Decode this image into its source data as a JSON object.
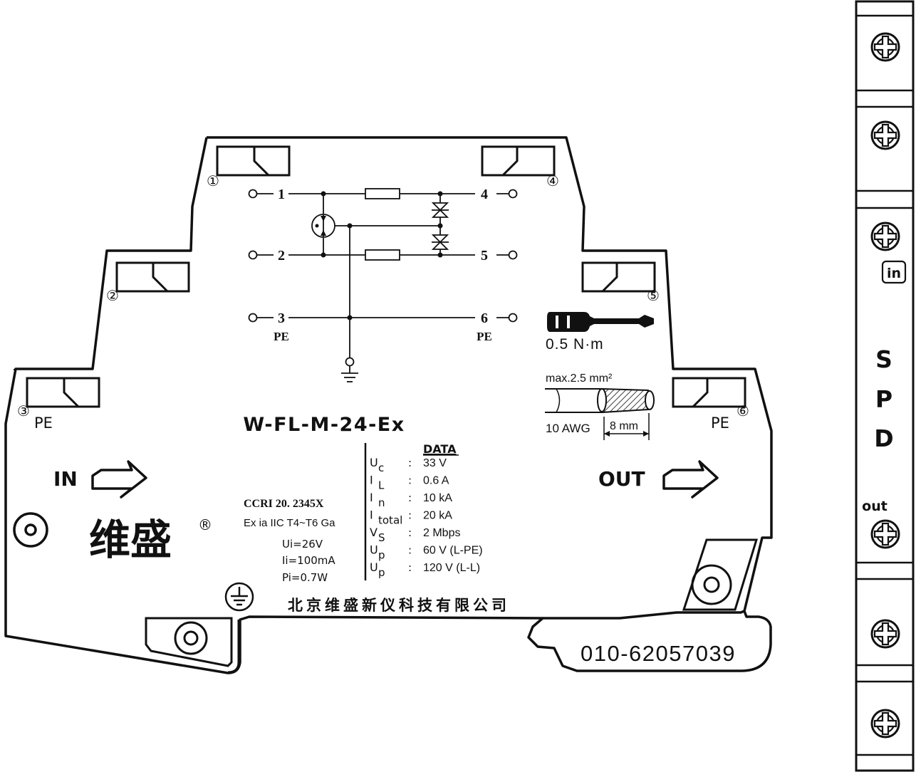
{
  "device": {
    "model": "W-FL-M-24-Ex",
    "brand_cn": "维盛",
    "registered_mark": "®",
    "company_cn": "北京维盛新仪科技有限公司",
    "phone": "010-62057039"
  },
  "terminals": {
    "corner_1": "①",
    "corner_2": "②",
    "corner_3": "③",
    "corner_4": "④",
    "corner_5": "⑤",
    "corner_6": "⑥",
    "pe_left": "PE",
    "pe_right": "PE"
  },
  "schematic": {
    "pin_1": "1",
    "pin_2": "2",
    "pin_3": "3",
    "pin_4": "4",
    "pin_5": "5",
    "pin_6": "6",
    "pe_left": "PE",
    "pe_right": "PE"
  },
  "flow": {
    "in_label": "IN",
    "out_label": "OUT"
  },
  "install": {
    "torque": "0.5 N·m",
    "wire_max": "max.2.5 mm²",
    "wire_awg": "10 AWG",
    "strip_length": "8 mm"
  },
  "certification": {
    "cert_no": "CCRI 20. 2345X",
    "ex_marking": "Ex ia IIC T4~T6 Ga",
    "ui": "Ui=26V",
    "ii": "Ii=100mA",
    "pi": "Pi=0.7W"
  },
  "data_table": {
    "heading": "DATA",
    "rows": [
      {
        "sym": "U",
        "sub": "c",
        "colon": ":",
        "value": "33 V"
      },
      {
        "sym": "I",
        "sub": "L",
        "colon": ":",
        "value": "0.6 A"
      },
      {
        "sym": "I",
        "sub": "n",
        "colon": ":",
        "value": "10 kA"
      },
      {
        "sym": "I",
        "sub": "total",
        "colon": ":",
        "value": "20 kA"
      },
      {
        "sym": "V",
        "sub": "S",
        "colon": ":",
        "value": "2 Mbps"
      },
      {
        "sym": "U",
        "sub": "p",
        "colon": ":",
        "value": "60 V (L-PE)"
      },
      {
        "sym": "U",
        "sub": "p",
        "colon": ":",
        "value": "120 V (L-L)"
      }
    ]
  },
  "side_view": {
    "in_badge": "in",
    "letters": [
      "S",
      "P",
      "D"
    ],
    "out_label": "out"
  }
}
